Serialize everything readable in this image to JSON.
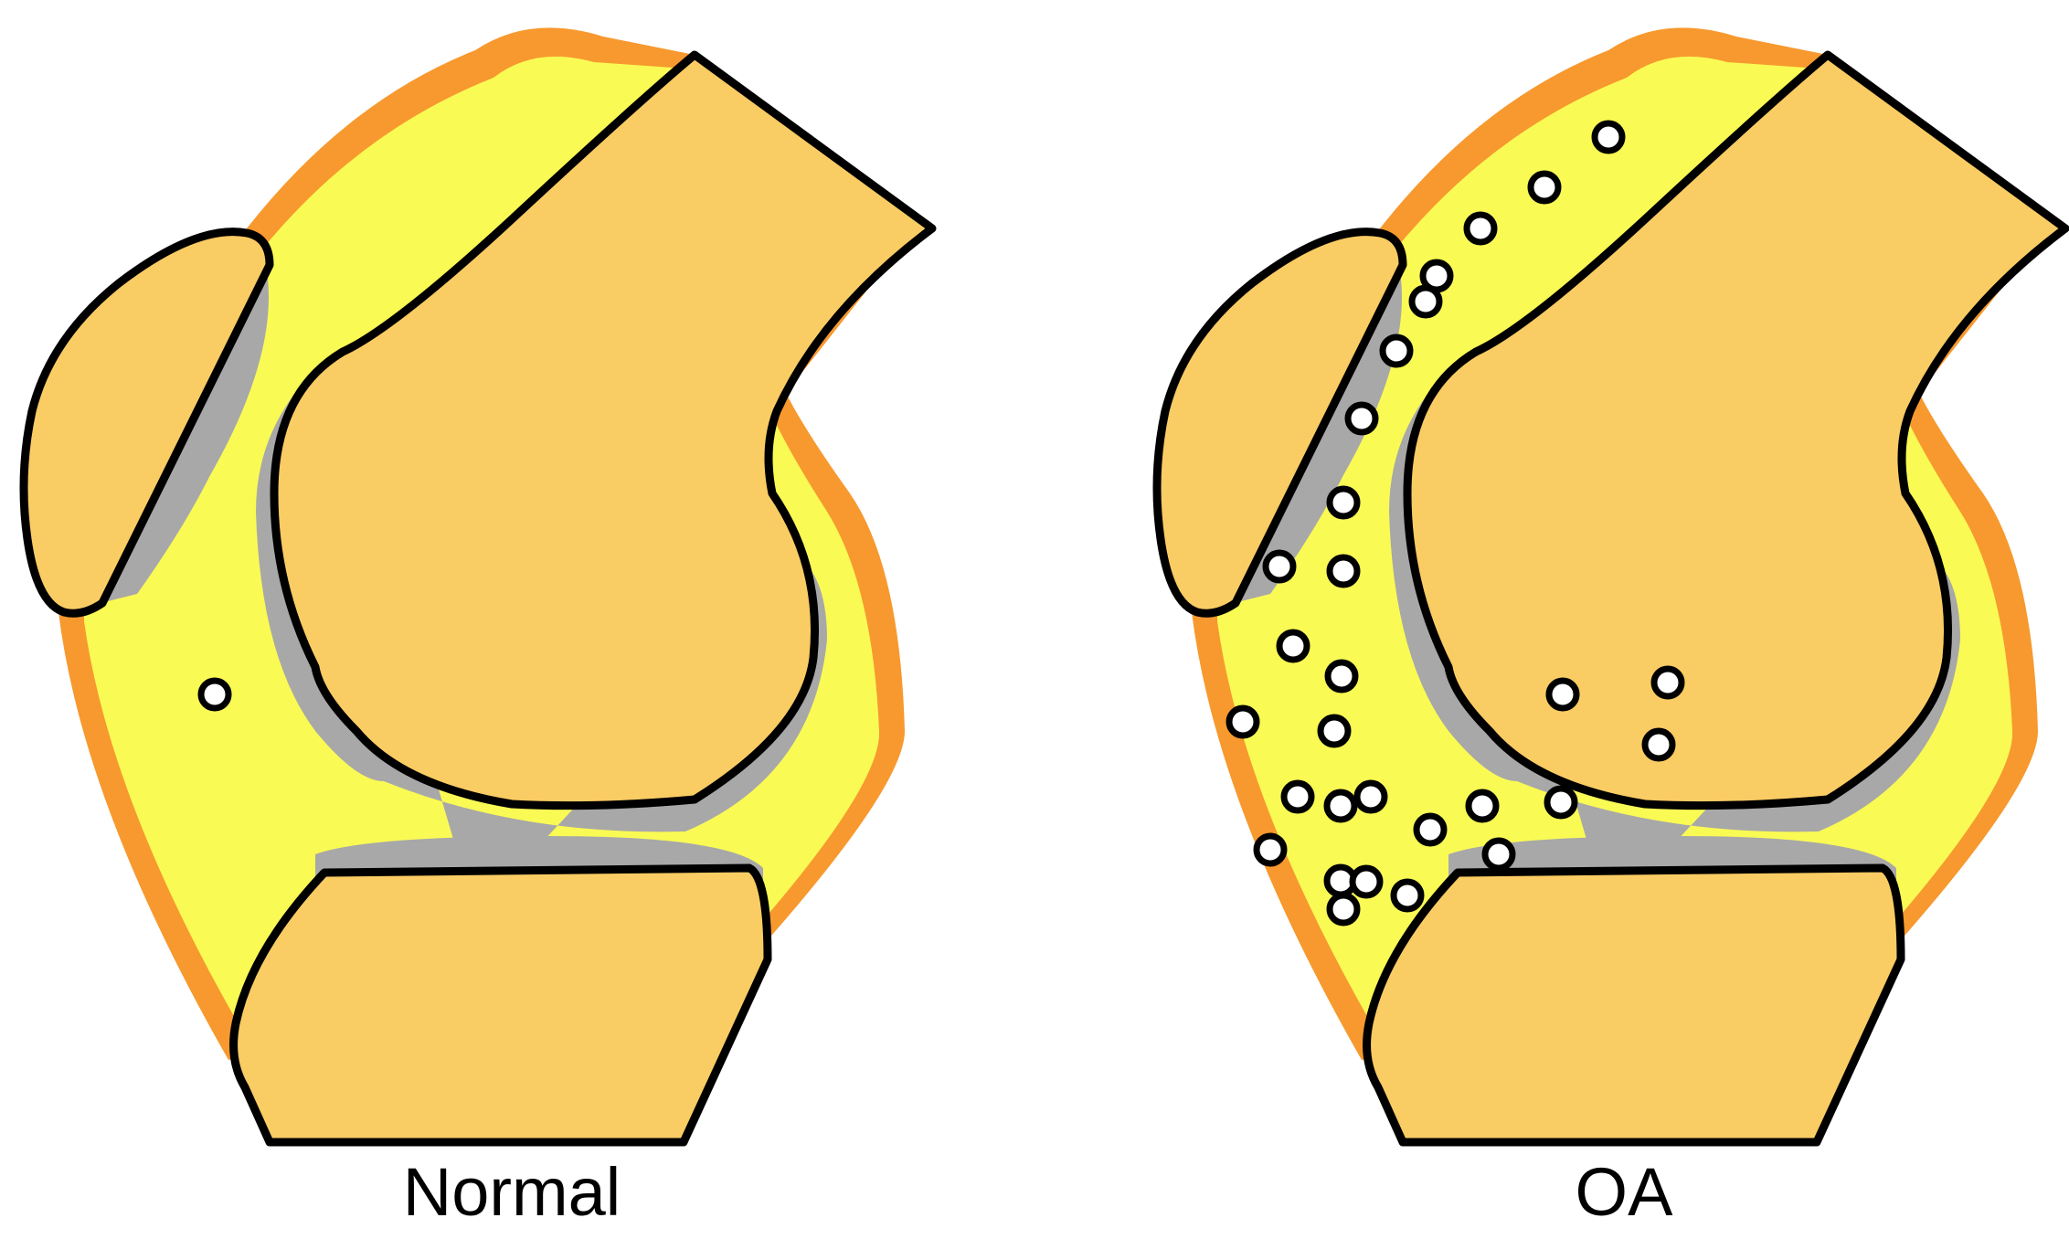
{
  "labels": {
    "normal": "Normal",
    "oa": "OA"
  },
  "colors": {
    "bone": "#FACC64",
    "synovial_fluid": "#FAFA55",
    "synovium_capsule": "#F7992E",
    "cartilage": "#A8A8A8",
    "outline": "#000000",
    "cells": "#FFFFFF"
  },
  "panels": [
    {
      "name": "normal",
      "cell_count": 1
    },
    {
      "name": "oa",
      "cell_count": 29
    }
  ]
}
